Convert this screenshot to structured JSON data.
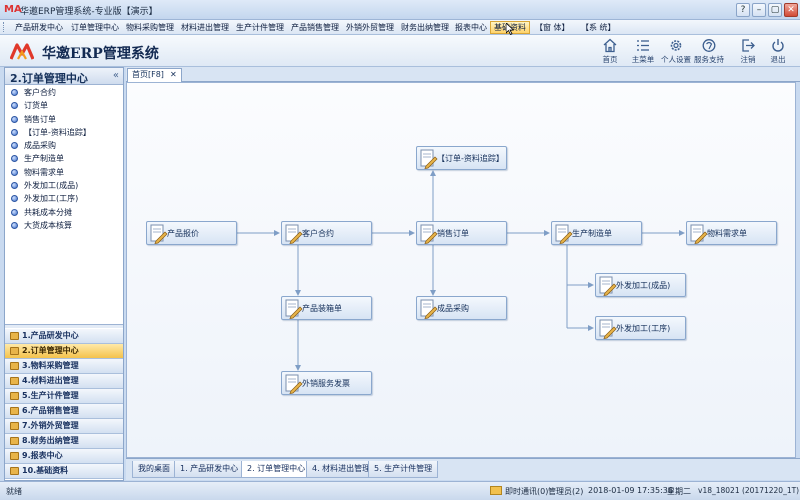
{
  "window": {
    "title": "华邀ERP管理系统-专业版【演示】",
    "app_icon": "MA",
    "buttons": [
      "?",
      "–",
      "▢",
      "✕"
    ]
  },
  "menu": {
    "items": [
      "产品研发中心",
      "订单管理中心",
      "物料采购管理",
      "材料进出管理",
      "生产计件管理",
      "产品销售管理",
      "外销外贸管理",
      "财务出纳管理",
      "报表中心",
      "基础资料",
      "【窗 体】",
      "【系 统】"
    ],
    "active_index": 9
  },
  "header": {
    "brand": "华邀ERP管理系统",
    "tools": [
      {
        "label": "首页",
        "icon": "home-icon"
      },
      {
        "label": "主菜单",
        "icon": "menu-list-icon"
      },
      {
        "label": "个人设置",
        "icon": "gear-icon"
      },
      {
        "label": "服务支持",
        "icon": "support-icon"
      },
      {
        "label": "注销",
        "icon": "logout-icon"
      },
      {
        "label": "退出",
        "icon": "power-icon"
      }
    ]
  },
  "left_panel": {
    "title": "2.订单管理中心",
    "collapse": "«",
    "items": [
      "客户合约",
      "订货单",
      "销售订单",
      "【订单-资料追踪】",
      "成品采购",
      "生产制造单",
      "物料需求单",
      "外发加工(成品)",
      "外发加工(工序)",
      "共耗成本分摊",
      "大货成本核算"
    ],
    "modules": [
      "1.产品研发中心",
      "2.订单管理中心",
      "3.物料采购管理",
      "4.材料进出管理",
      "5.生产计件管理",
      "6.产品销售管理",
      "7.外销外贸管理",
      "8.财务出纳管理",
      "9.报表中心",
      "10.基础资料"
    ],
    "active_module": 1
  },
  "main": {
    "tab": {
      "label": "首页[F8]",
      "close": "✕"
    },
    "flow_nodes": {
      "product_quote": "产品报价",
      "customer_contract": "客户合约",
      "sales_order": "销售订单",
      "order_tracking": "【订单-资料追踪】",
      "production_order": "生产制造单",
      "material_demand": "物料需求单",
      "packing_list": "产品装箱单",
      "finished_purchase": "成品采购",
      "outsource_finished": "外发加工(成品)",
      "outsource_process": "外发加工(工序)",
      "export_invoice": "外销服务发票"
    }
  },
  "bottom_tabs": [
    "我的桌面",
    "1. 产品研发中心",
    "2. 订单管理中心",
    "4. 材料进出管理",
    "5. 生产计件管理"
  ],
  "bottom_active": 2,
  "status": {
    "left": "就绪",
    "messenger": "即时通讯(0)",
    "user": "管理员(2)",
    "datetime": "2018-01-09  17:35:36",
    "weekday": "星期二",
    "version": "v18_18021 (20171220_1T)"
  },
  "colors": {
    "accent": "#f4c24c",
    "node_border": "#8aa7cd",
    "connector": "#7f9ec6"
  }
}
